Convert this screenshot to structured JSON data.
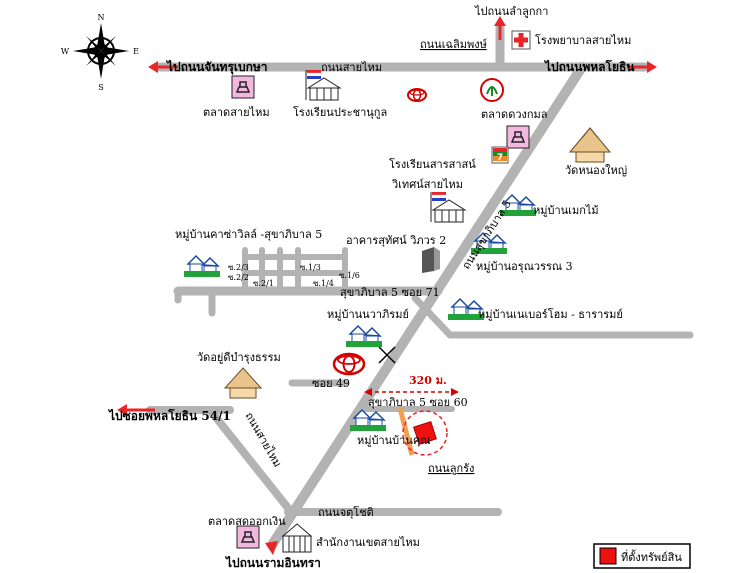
{
  "compass": {
    "n": "N",
    "s": "S",
    "e": "E",
    "w": "W"
  },
  "roads": {
    "sai_mai": "ถนนสายไหม",
    "chaloem_phong": "ถนนเฉลิมพงษ์",
    "chatuchot": "ถนนจตุโชติ",
    "soi_71": "สุขาภิบาล 5 ซอย 71",
    "soi_49": "ซอย 49",
    "soi_60": "สุขาภิบาล 5 ซอย 60",
    "sukhaphiban5_diag": "ถนนสุขาภิบาล 5",
    "sai_mai_left": "ถนนสายไหม",
    "lugrang": "ถนนลูกรัง",
    "alley_2_3": "ซ.2/3",
    "alley_2_2": "ซ.2/2",
    "alley_2_1": "ซ.2/1",
    "alley_1_3": "ซ.1/3",
    "alley_1_6": "ซ.1/6",
    "alley_1_4": "ซ.1/4"
  },
  "arrows": {
    "to_lamlukka": "ไปถนนลำลูกกา",
    "to_chanthorn": "ไปถนนจันทรุเบกษา",
    "to_phahon": "ไปถนนพหลโยธิน",
    "to_phahon54": "ไปซอยพหลโยธิน 54/1",
    "to_ramintra": "ไปถนนรามอินทรา"
  },
  "places": {
    "hospital": "โรงพยาบาลสายไหม",
    "sai_mai_market": "ตลาดสายไหม",
    "pracha_school": "โรงเรียนประชานุกูล",
    "duangkamol_market": "ตลาดดวงกมล",
    "wat_nong_yai": "วัดหนองใหญ่",
    "sarasas_1": "โรงเรียนสารสาสน์",
    "sarasas_2": "วิเทศน์สายไหม",
    "mai_maek": "หมู่บ้านเมกไม้",
    "casa_ville": "หมู่บ้านคาซ่าวิลล์ -สุขาภิบาล 5",
    "suthon_building": "อาคารสุทัศน์ วิภวร 2",
    "arun_wan": "หมู่บ้านอรุณวรรณ 3",
    "nava_rai": "หมู่บ้านนวาภิรมย์",
    "neighbor_home": "หมู่บ้านเนเบอร์โฮม - ธารารมย์",
    "wat_yu_di": "วัดอยู่ดีบำรุงธรรม",
    "ban_kun": "หมู่บ้านบ้านคุณ",
    "ok_ngoen_market": "ตลาดสดออกเงิน",
    "district_office": "สำนักงานเขตสายไหม"
  },
  "distance": "320 ม.",
  "legend": {
    "label": "ที่ตั้งทรัพย์สิน"
  },
  "colors": {
    "road": "#b3b3b3",
    "arrow": "#e8262a",
    "accent": "#d40000",
    "house": "#21a33a",
    "property": "#ee1111"
  }
}
